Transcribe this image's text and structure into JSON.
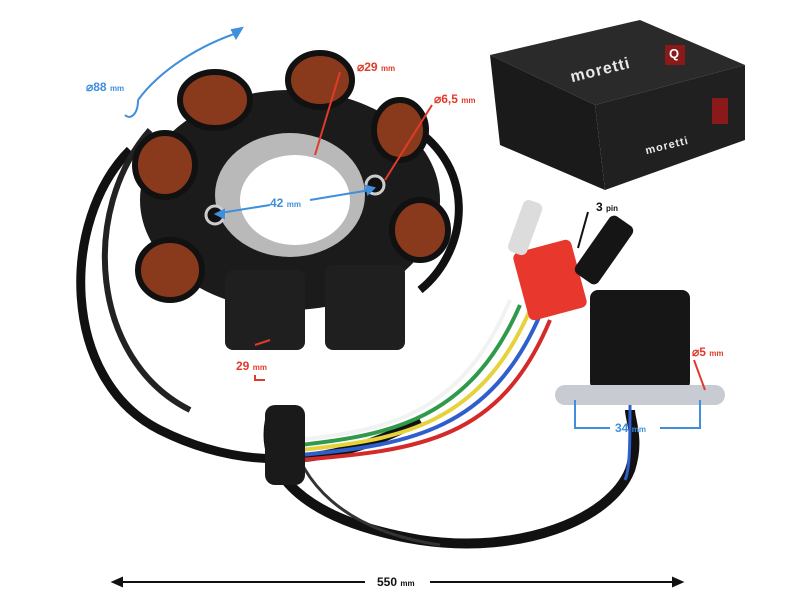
{
  "product": {
    "description": "Scooter stator / magneto coil with pickup sensor and packaging box",
    "brand": "moretti",
    "quality_badge": "Q",
    "colors": {
      "dimension_blue": "#3f8fdc",
      "dimension_red": "#e23a2a",
      "dimension_black": "#111111",
      "coil_copper": "#8a3a1c",
      "box_black": "#1c1c1c",
      "connector_red": "#e8382e"
    }
  },
  "dimensions": {
    "outer_diameter": {
      "value": "88",
      "unit": "mm",
      "symbol": "⌀"
    },
    "coil_width": {
      "value": "29",
      "unit": "mm",
      "symbol": "⌀"
    },
    "mount_hole": {
      "value": "6,5",
      "unit": "mm",
      "symbol": "⌀"
    },
    "hole_spacing": {
      "value": "42",
      "unit": "mm"
    },
    "coil_height": {
      "value": "29",
      "unit": "mm"
    },
    "connector": {
      "value": "3",
      "unit": "pin"
    },
    "pickup_hole": {
      "value": "5",
      "unit": "mm",
      "symbol": "⌀"
    },
    "pickup_spacing": {
      "value": "34",
      "unit": "mm"
    },
    "cable_length": {
      "value": "550",
      "unit": "mm"
    }
  }
}
